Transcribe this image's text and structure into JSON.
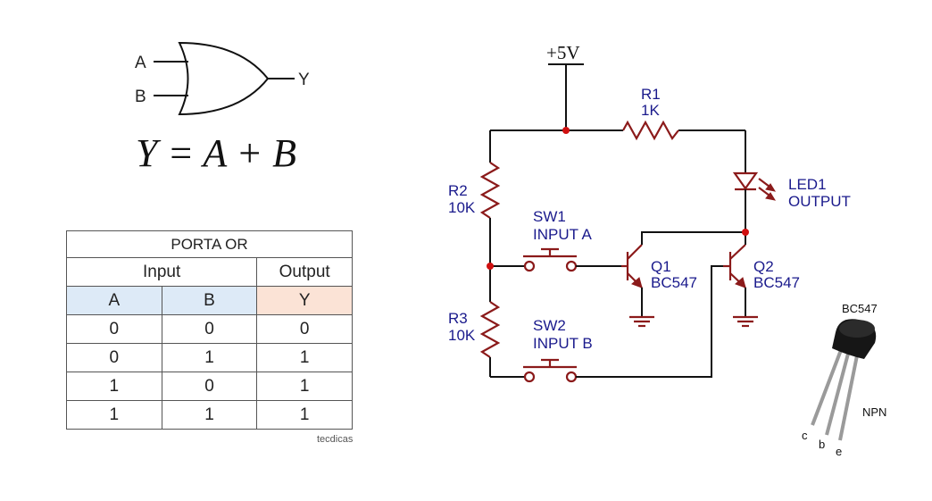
{
  "gate": {
    "input_a": "A",
    "input_b": "B",
    "output": "Y",
    "equation": "Y = A + B"
  },
  "truth_table": {
    "title": "PORTA OR",
    "group_input": "Input",
    "group_output": "Output",
    "columns": [
      "A",
      "B",
      "Y"
    ],
    "rows": [
      [
        "0",
        "0",
        "0"
      ],
      [
        "0",
        "1",
        "1"
      ],
      [
        "1",
        "0",
        "1"
      ],
      [
        "1",
        "1",
        "1"
      ]
    ],
    "credit": "tecdicas"
  },
  "schematic": {
    "supply": "+5V",
    "r1": {
      "name": "R1",
      "value": "1K"
    },
    "r2": {
      "name": "R2",
      "value": "10K"
    },
    "r3": {
      "name": "R3",
      "value": "10K"
    },
    "led": {
      "name": "LED1",
      "function": "OUTPUT"
    },
    "sw1": {
      "name": "SW1",
      "function": "INPUT A"
    },
    "sw2": {
      "name": "SW2",
      "function": "INPUT B"
    },
    "q1": {
      "name": "Q1",
      "model": "BC547"
    },
    "q2": {
      "name": "Q2",
      "model": "BC547"
    }
  },
  "transistor_pic": {
    "model": "BC547",
    "type": "NPN",
    "pins": [
      "c",
      "b",
      "e"
    ]
  },
  "colors": {
    "component": "#8b1a1a",
    "label": "#1a1a8c",
    "node": "#d01010",
    "header_input": "#ddeaf7",
    "header_output": "#fbe3d6"
  }
}
